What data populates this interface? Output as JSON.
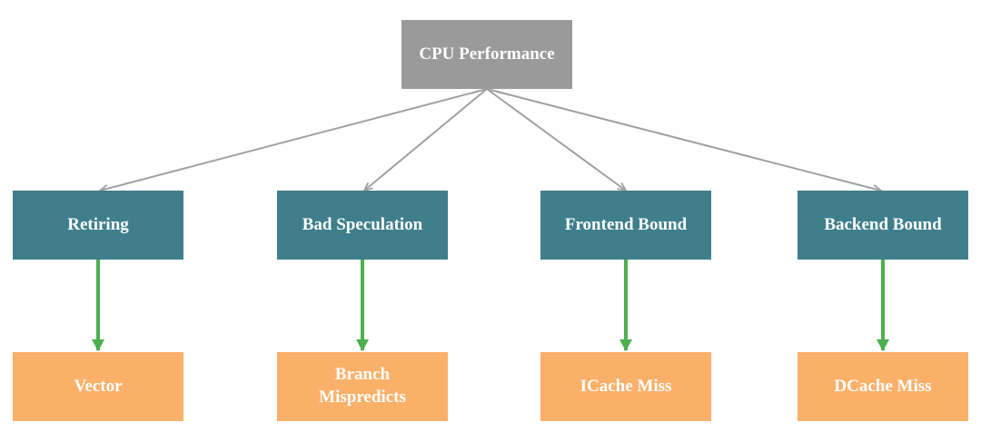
{
  "diagram": {
    "root": {
      "label": "CPU Performance",
      "color": "#9a9a9a"
    },
    "categories": [
      {
        "label": "Retiring",
        "child": "Vector"
      },
      {
        "label": "Bad Speculation",
        "child": "Branch\nMispredicts"
      },
      {
        "label": "Frontend Bound",
        "child": "ICache Miss"
      },
      {
        "label": "Backend Bound",
        "child": "DCache Miss"
      }
    ],
    "colors": {
      "category_box": "#3f7f8c",
      "leaf_box": "#fbb06a",
      "gray_arrow": "#a0a0a0",
      "green_arrow": "#4caf50"
    }
  }
}
